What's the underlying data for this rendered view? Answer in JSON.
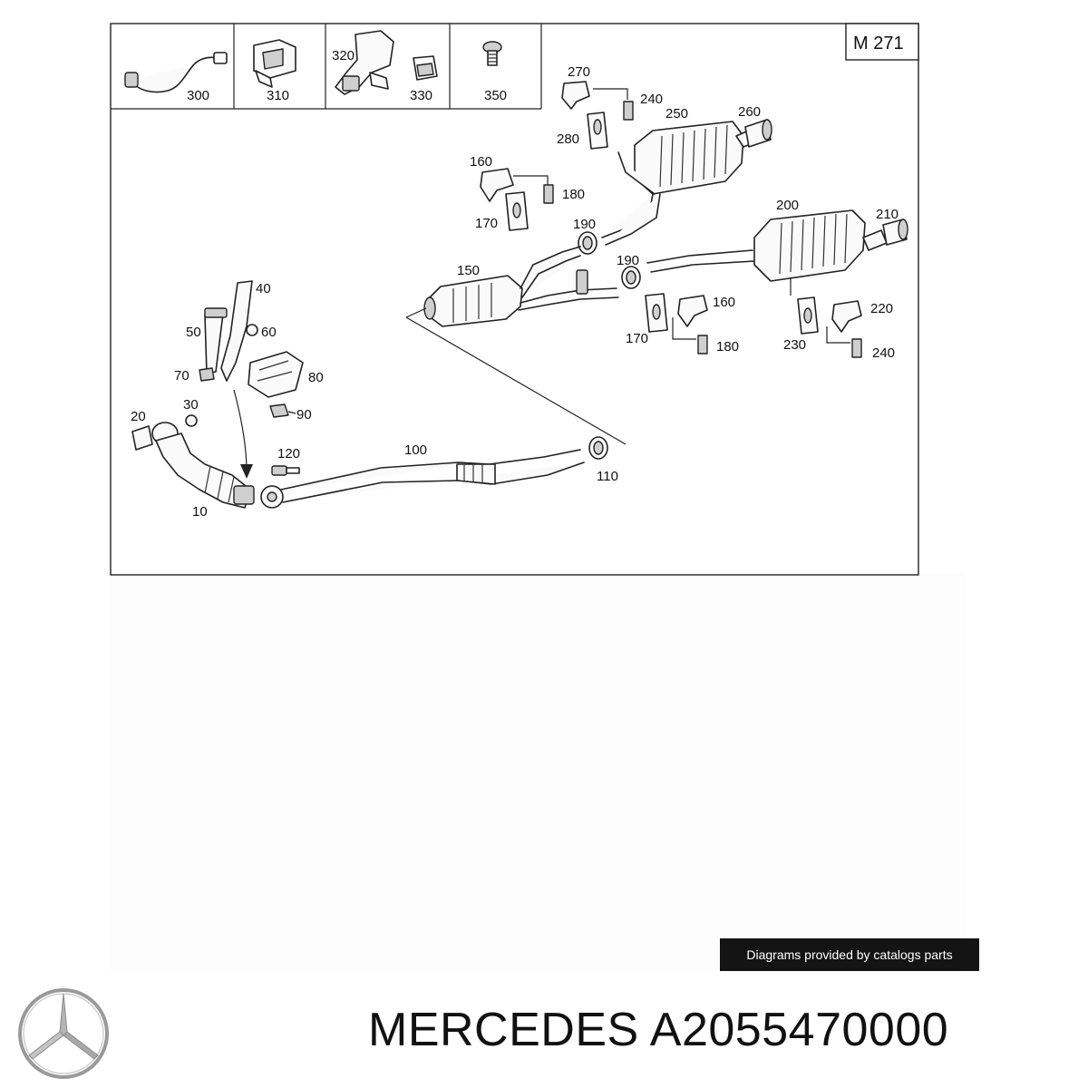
{
  "diagram": {
    "model_label": "M 271",
    "callouts": {
      "c300": "300",
      "c310": "310",
      "c320": "320",
      "c330": "330",
      "c350": "350",
      "c270": "270",
      "c240a": "240",
      "c250": "250",
      "c260": "260",
      "c280": "280",
      "c160a": "160",
      "c180a": "180",
      "c170a": "170",
      "c190a": "190",
      "c200": "200",
      "c210": "210",
      "c150": "150",
      "c190b": "190",
      "c160b": "160",
      "c170b": "170",
      "c180b": "180",
      "c230": "230",
      "c220": "220",
      "c240b": "240",
      "c40": "40",
      "c50": "50",
      "c60": "60",
      "c70": "70",
      "c80": "80",
      "c90": "90",
      "c30": "30",
      "c20": "20",
      "c10": "10",
      "c120": "120",
      "c100": "100",
      "c110": "110"
    }
  },
  "credit": "Diagrams provided by catalogs parts",
  "brand": {
    "title": "MERCEDES A2055470000",
    "logo_icon": "mercedes-star-icon"
  }
}
